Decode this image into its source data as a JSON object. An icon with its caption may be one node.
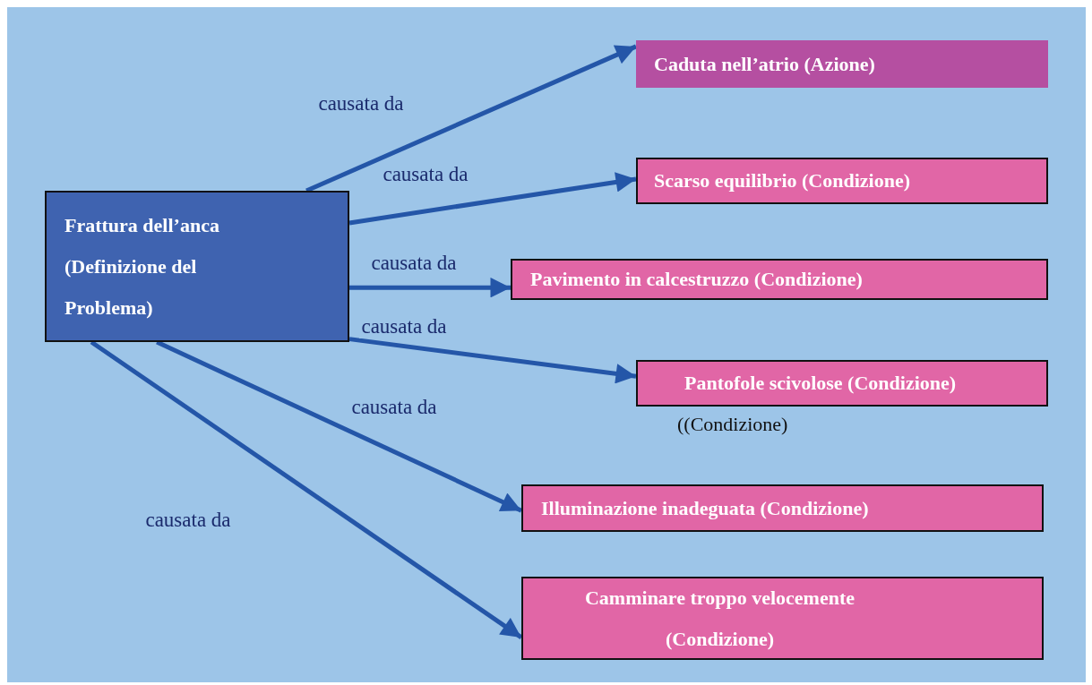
{
  "diagram": {
    "nodes": [
      {
        "text": [
          "Frattura dell’anca (Definizione del Problema)"
        ]
      },
      {
        "text": [
          "Caduta nell’atrio (Azione)"
        ]
      },
      {
        "text": [
          "Scarso equilibrio (Condizione)"
        ]
      },
      {
        "text": [
          "Pavimento in calcestruzzo (Condizione)"
        ]
      },
      {
        "text": [
          "Pantofole scivolose (Condizione)"
        ],
        "beside": [
          "((Condizione)"
        ]
      },
      {
        "text": [
          "Illuminazione inadeguata (Condizione)"
        ]
      },
      {
        "text": [
          "Camminare troppo velocemente (Condizione)"
        ]
      }
    ],
    "edges": [
      {
        "from": 0,
        "to": 1,
        "arrow": "to",
        "label": "causata da"
      },
      {
        "from": 0,
        "to": 2,
        "arrow": "to",
        "label": "causata da"
      },
      {
        "from": 0,
        "to": 3,
        "arrow": "to",
        "label": "causata da"
      },
      {
        "from": 0,
        "to": 4,
        "arrow": "to",
        "label": "causata da"
      },
      {
        "from": 0,
        "to": 5,
        "arrow": "to",
        "label": "causata da"
      },
      {
        "from": 0,
        "to": 6,
        "arrow": "to",
        "label": "causata da"
      }
    ]
  }
}
